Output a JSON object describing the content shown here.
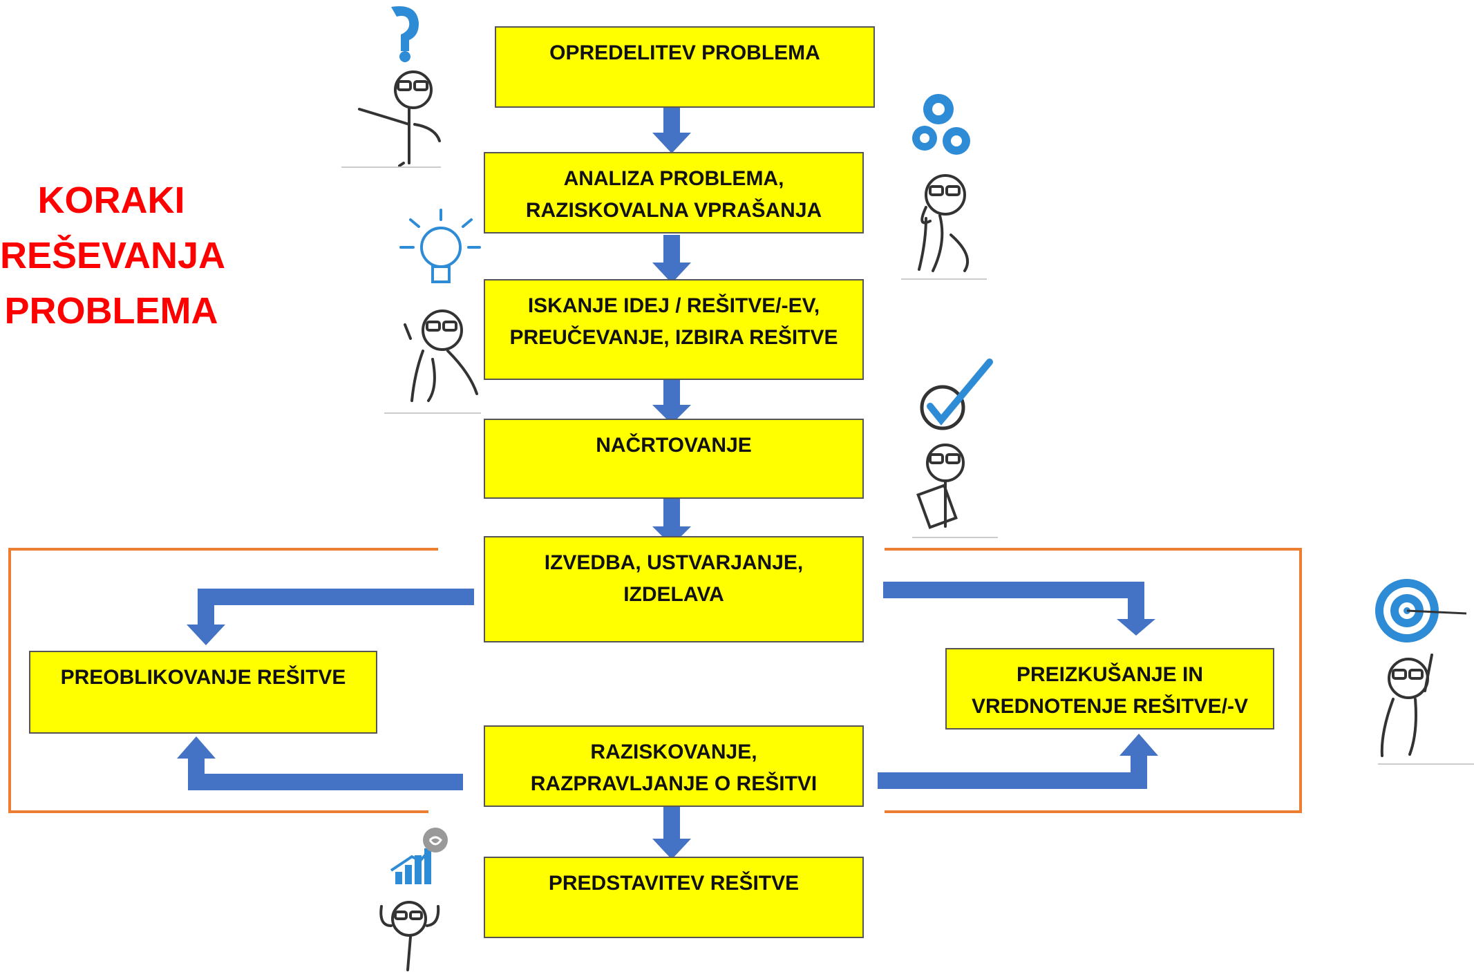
{
  "title": "KORAKI\nREŠEVANJA\nPROBLEMA",
  "colors": {
    "box_fill": "#ffff00",
    "title": "#ff0000",
    "arrow": "#4472c4",
    "frame": "#ed7d31",
    "icon_blue": "#2e8bd6",
    "figure": "#333333"
  },
  "steps": {
    "s1": "OPREDELITEV PROBLEMA",
    "s2": "ANALIZA PROBLEMA,\nRAZISKOVALNA VPRAŠANJA",
    "s3": "ISKANJE IDEJ /   REŠITVE/-EV,\nPREUČEVANJE, IZBIRA REŠITVE",
    "s4": "NAČRTOVANJE",
    "s5": "IZVEDBA, USTVARJANJE,\nIZDELAVA",
    "s6": "PREOBLIKOVANJE  REŠITVE",
    "s7": "PREIZKUŠANJE IN\nVREDNOTENJE REŠITVE/-V",
    "s8": "RAZISKOVANJE,\nRAZPRAVLJANJE O REŠITVI",
    "s9": "PREDSTAVITEV REŠITVE"
  },
  "icons": {
    "question": "question-mark-icon",
    "gears": "gears-icon",
    "bulb": "light-bulb-icon",
    "check": "checkmark-icon",
    "target": "target-icon",
    "growth": "growth-chart-icon"
  }
}
